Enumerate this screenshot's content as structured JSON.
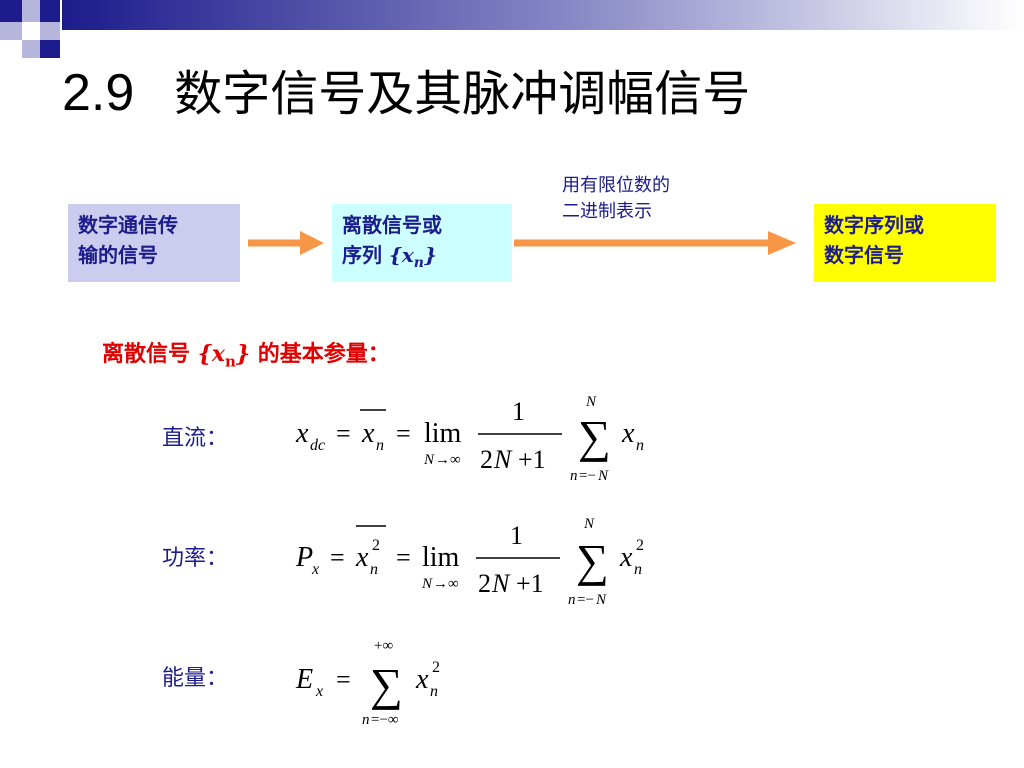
{
  "title": {
    "number": "2.9",
    "text": "数字信号及其脉冲调幅信号"
  },
  "flow": {
    "box1": {
      "line1": "数字通信传",
      "line2": "输的信号"
    },
    "box2": {
      "line1": "离散信号或",
      "line2_prefix": "序列",
      "symbol": "x",
      "subscript": "n"
    },
    "note": {
      "line1": "用有限位数的",
      "line2": "二进制表示"
    },
    "box3": {
      "line1": "数字序列或",
      "line2": "数字信号"
    }
  },
  "subheading": {
    "prefix": "离散信号",
    "symbol": "x",
    "subscript": "n",
    "suffix": "的基本参量："
  },
  "params": [
    {
      "label": "直流："
    },
    {
      "label": "功率："
    },
    {
      "label": "能量："
    }
  ],
  "colors": {
    "deco_dark": "#1C1C8C",
    "deco_light": "#B6B6DC",
    "box1_bg": "#CCCCEE",
    "box2_bg": "#CCFFFF",
    "box3_bg": "#FFFF00",
    "arrow": "#F79646",
    "subheading": "#E00000",
    "label": "#1C1C8C"
  }
}
